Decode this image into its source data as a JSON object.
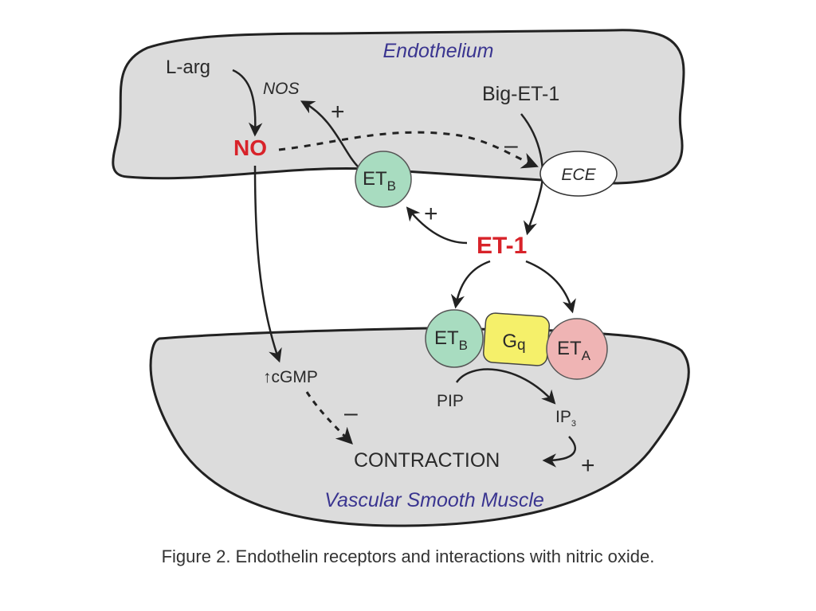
{
  "figure": {
    "caption": "Figure 2.  Endothelin receptors and interactions with nitric oxide.",
    "regions": {
      "top": "Endothelium",
      "bottom": "Vascular Smooth Muscle"
    },
    "nodes": {
      "l_arg": "L-arg",
      "nos": "NOS",
      "no": "NO",
      "big_et1": "Big-ET-1",
      "ece": "ECE",
      "etb_top_main": "ET",
      "etb_top_sub": "B",
      "et1": "ET-1",
      "etb_bottom_main": "ET",
      "etb_bottom_sub": "B",
      "gq_main": "G",
      "gq_sub": "q",
      "eta_main": "ET",
      "eta_sub": "A",
      "cgmp": "↑cGMP",
      "pip": "PIP",
      "ip3_main": "IP",
      "ip3_sub": "3",
      "contraction": "CONTRACTION"
    },
    "signs": {
      "nos_stim": "+",
      "ece_inhib": "–",
      "etb_stim": "+",
      "cgmp_inhib": "–",
      "ip3_stim": "+"
    },
    "colors": {
      "membrane_fill": "#dcdcdc",
      "etb": "#a8dcc0",
      "gq": "#f5f06a",
      "eta": "#efb4b4",
      "highlight_red": "#d8232a",
      "region_label": "#3a3590"
    }
  }
}
